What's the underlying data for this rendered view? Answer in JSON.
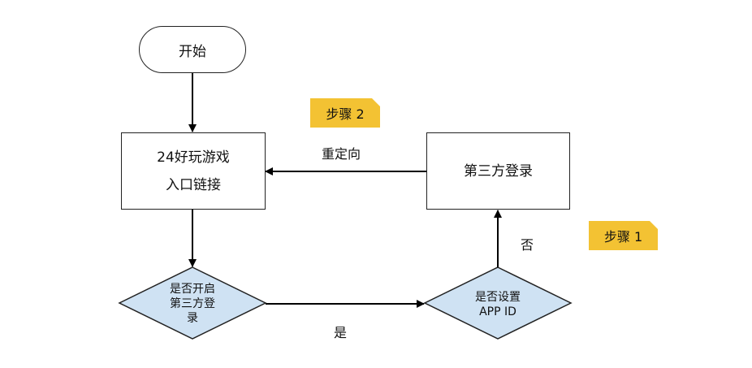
{
  "nodes": {
    "start": "开始",
    "entry_line1": "24好玩游戏",
    "entry_line2": "入口链接",
    "third_login": "第三方登录",
    "decision1_line1": "是否开启",
    "decision1_line2": "第三方登",
    "decision1_line3": "录",
    "decision2_line1": "是否设置",
    "decision2_line2": "APP ID"
  },
  "edges": {
    "yes": "是",
    "no": "否",
    "redirect": "重定向"
  },
  "notes": {
    "step1": "步骤 1",
    "step2": "步骤 2"
  },
  "colors": {
    "decision_fill": "#cfe2f3",
    "note_fill": "#f3c233",
    "line": "#000000"
  }
}
